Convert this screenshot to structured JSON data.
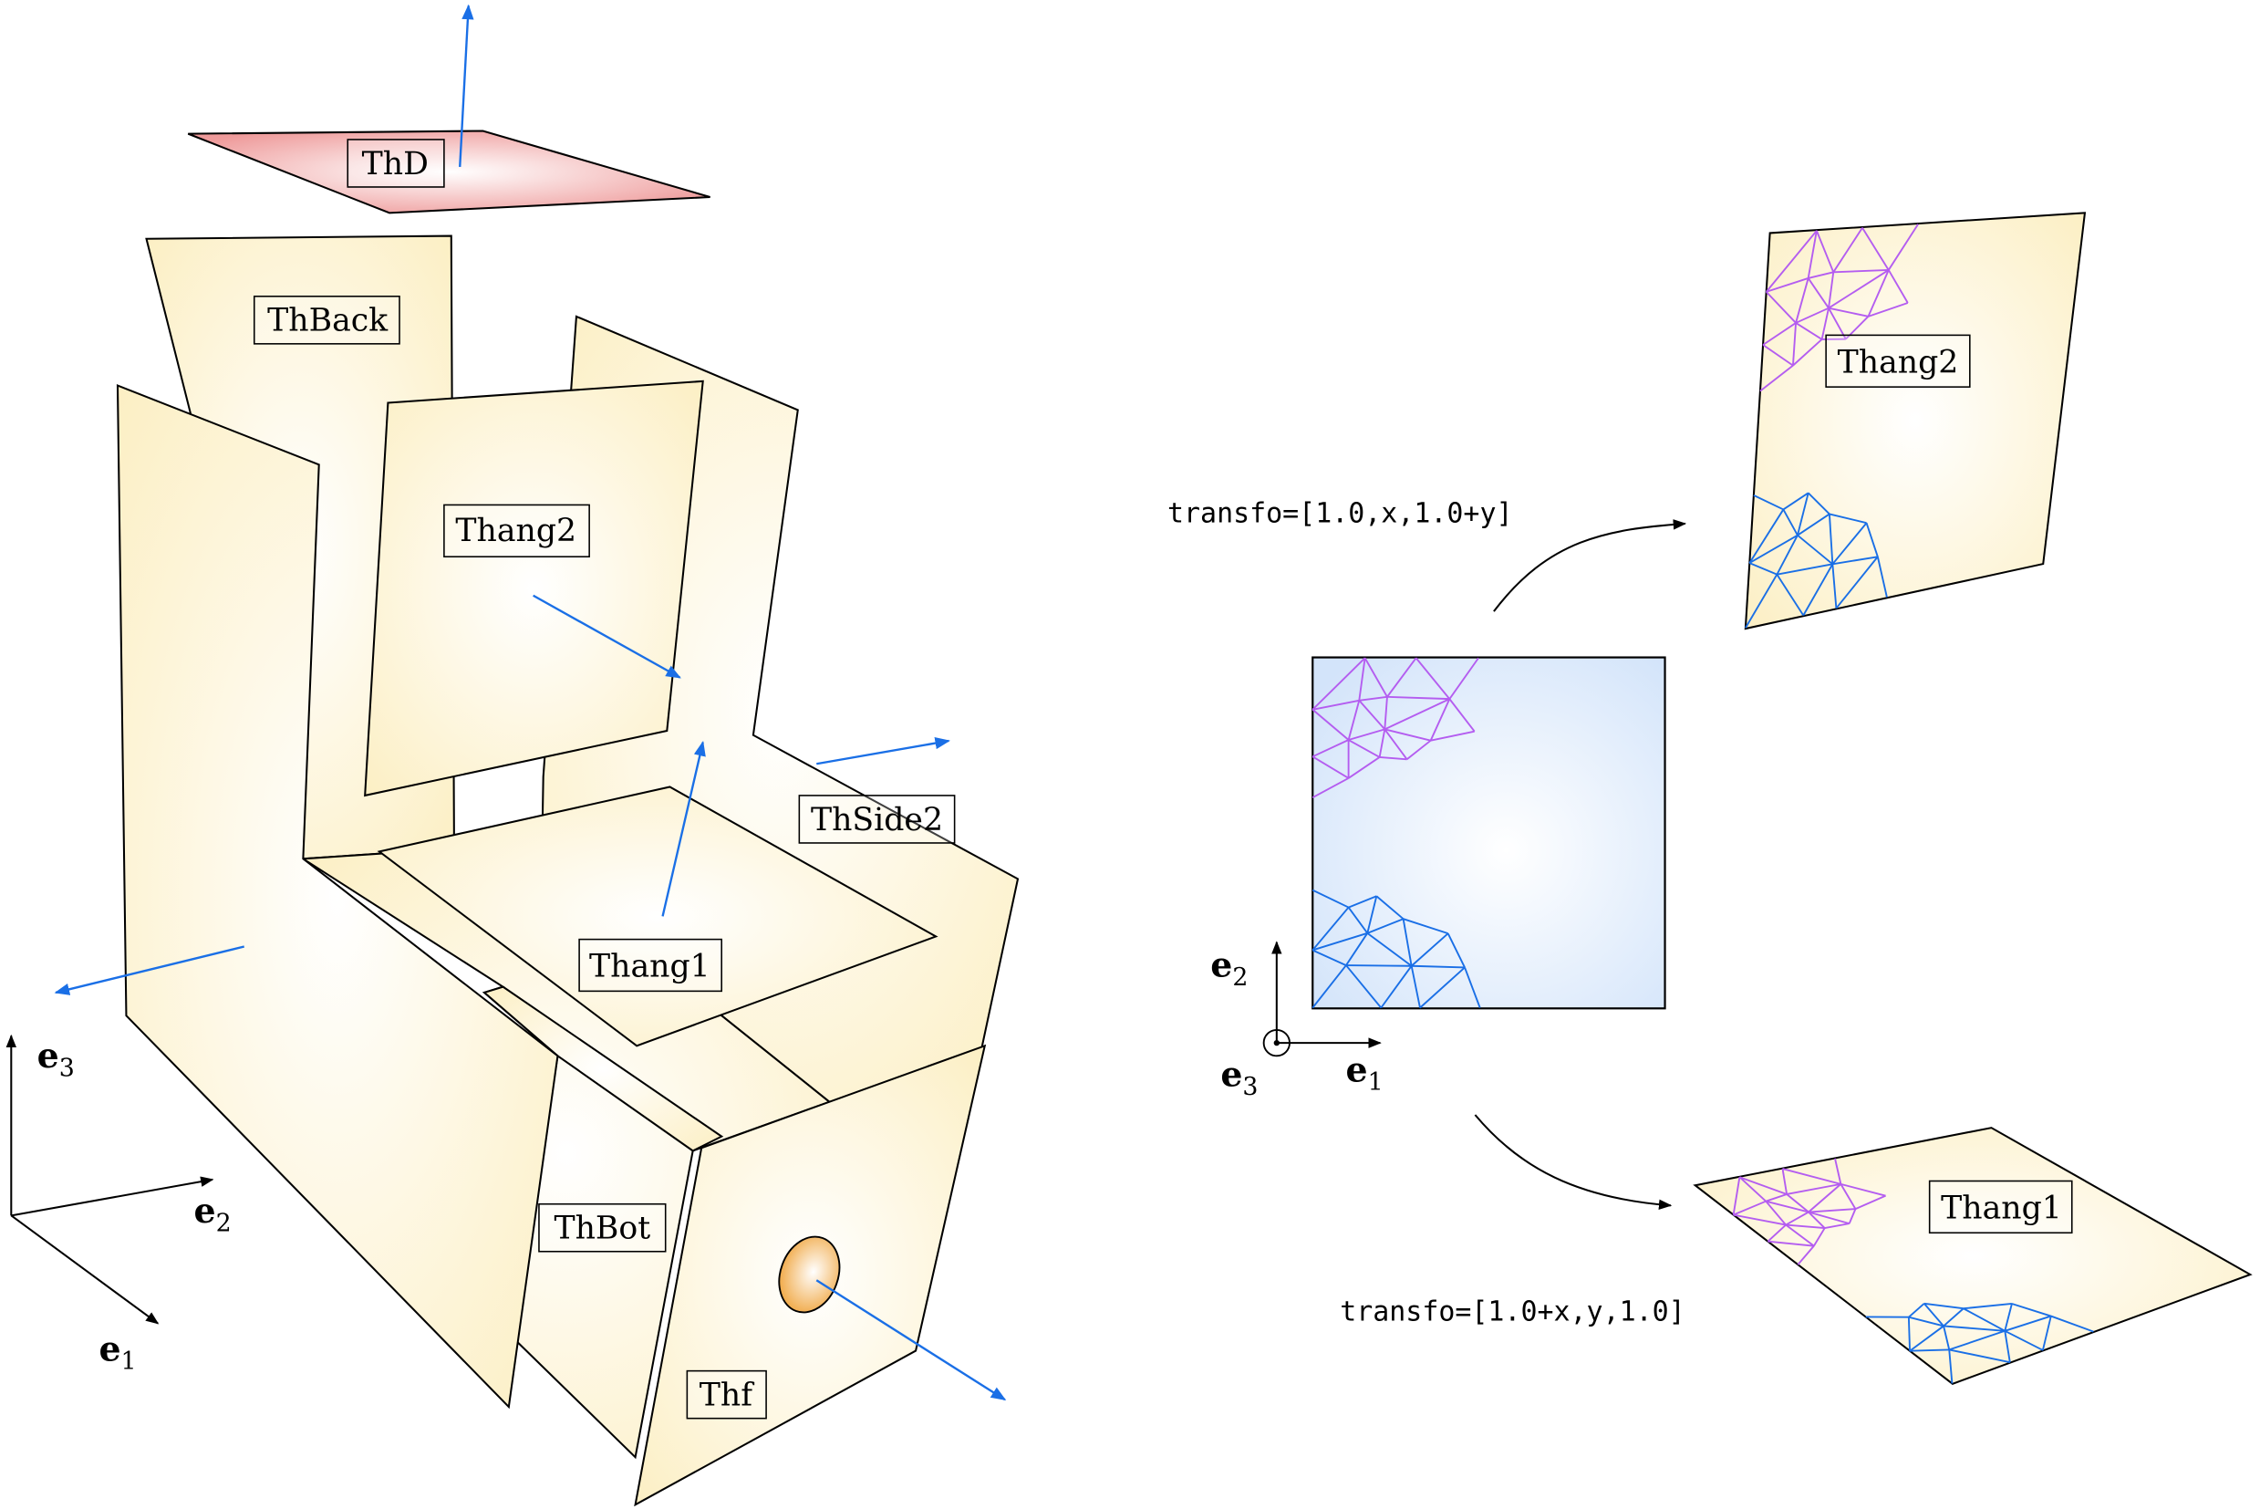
{
  "colors": {
    "panel_fill": "#fdf3cf",
    "panel_center": "#ffffff",
    "top_panel_fill": "#ee9c9c",
    "reference_fill": "#d6e6fa",
    "normal_arrow": "#1a6fe6",
    "mesh_purple": "#b45df0",
    "mesh_blue": "#1a6fe6",
    "hole_fill": "#f2b04c"
  },
  "left_figure": {
    "labels": {
      "thd": "ThD",
      "thback": "ThBack",
      "thang2": "Thang2",
      "thside2": "ThSide2",
      "thang1": "Thang1",
      "thbot": "ThBot",
      "thf": "Thf"
    },
    "axes": {
      "e1": "e",
      "e1_sub": "1",
      "e2": "e",
      "e2_sub": "2",
      "e3": "e",
      "e3_sub": "3"
    }
  },
  "right_figure": {
    "transfo_top": "transfo=[1.0,x,1.0+y]",
    "transfo_bottom": "transfo=[1.0+x,y,1.0]",
    "thang2_label": "Thang2",
    "thang1_label": "Thang1",
    "axes": {
      "e1": "e",
      "e1_sub": "1",
      "e2": "e",
      "e2_sub": "2",
      "e3": "e",
      "e3_sub": "3"
    }
  }
}
